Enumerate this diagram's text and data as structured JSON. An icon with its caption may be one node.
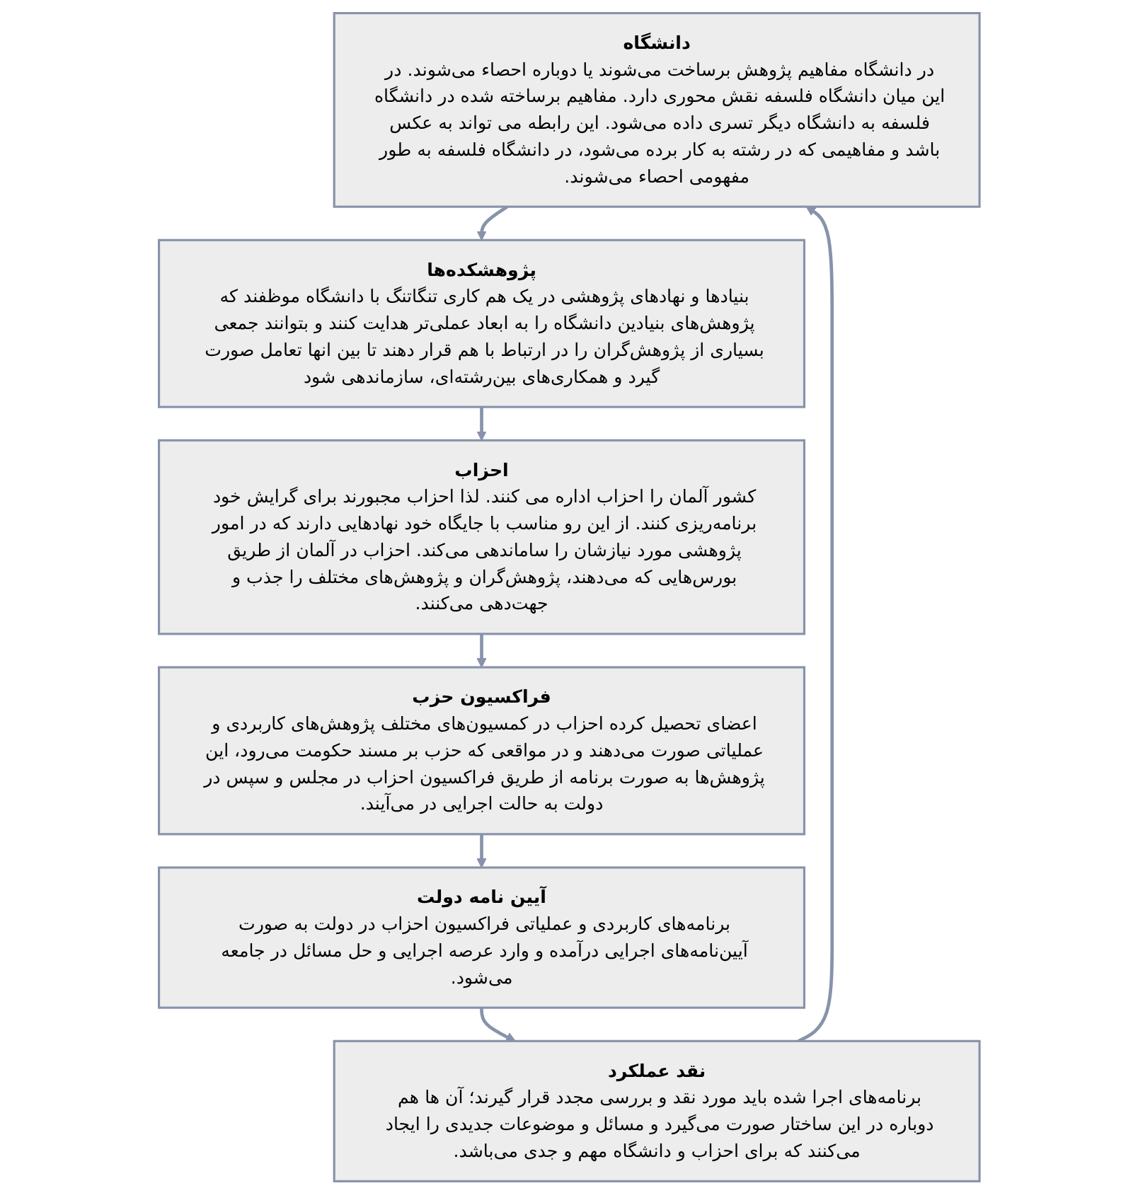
{
  "diagram": {
    "nodes": [
      {
        "text": [
          "دانشگاه",
          "در دانشگاه مفاهیم پژوهش برساخت می‌شوند یا دوباره احصاء می‌شوند. در این میان دانشگاه فلسفه نقش محوری دارد. مفاهیم برساخته شده در دانشگاه فلسفه به دانشگاه دیگر تسری داده می‌شود. این رابطه می تواند به عکس باشد و مفاهیمی که در رشته به کار برده می‌شود، در دانشگاه فلسفه به طور مفهومی احصاء می‌شوند."
        ]
      },
      {
        "text": [
          "پژوهشکده‌ها",
          "بنیادها و نهادهای پژوهشی در یک هم کاری تنگاتنگ با دانشگاه موظفند که پژوهش‌های بنیادین دانشگاه را به ابعاد عملی‌تر هدایت کنند و بتوانند جمعی بسیاری از پژوهش‌گران را در ارتباط با هم قرار دهند تا بین انها تعامل صورت گیرد و همکاری‌های بین‌رشته‌ای، سازماندهی شود"
        ]
      },
      {
        "text": [
          "احزاب",
          "کشور آلمان را احزاب اداره می کنند. لذا احزاب مجبورند برای گرایش خود برنامه‌ریزی کنند. از این رو مناسب با جایگاه خود نهادهایی دارند که در امور پژوهشی مورد نیازشان را ساماندهی می‌کند. احزاب در آلمان از طریق بورس‌هایی که می‌دهند، پژوهش‌گران و پژوهش‌های مختلف را جذب و جهت‌دهی می‌کنند."
        ]
      },
      {
        "text": [
          "فراکسیون حزب",
          "اعضای تحصیل کرده احزاب در کمسیون‌های مختلف پژوهش‌های کاربردی و عملیاتی صورت می‌دهند و در مواقعی که حزب بر مسند حکومت می‌رود، این پژوهش‌ها به صورت برنامه از طریق فراکسیون احزاب در مجلس و سپس در دولت به حالت اجرایی در می‌آیند."
        ]
      },
      {
        "text": [
          "آیین نامه دولت",
          "برنامه‌های کاربردی و عملیاتی فراکسیون احزاب در دولت به صورت آیین‌نامه‌های اجرایی درآمده و وارد عرصه اجرایی و حل مسائل در جامعه می‌شود."
        ]
      },
      {
        "text": [
          "نقد عملکرد",
          "برنامه‌های اجرا شده باید مورد نقد و بررسی مجدد قرار گیرند؛ آن ها هم دوباره در این ساختار صورت می‌گیرد و مسائل و موضوعات جدیدی را ایجاد می‌کنند که برای احزاب و دانشگاه مهم و جدی می‌باشد."
        ]
      }
    ],
    "edges": [
      {
        "from": 0,
        "to": 1,
        "arrow": "to"
      },
      {
        "from": 1,
        "to": 2,
        "arrow": "to"
      },
      {
        "from": 2,
        "to": 3,
        "arrow": "to"
      },
      {
        "from": 3,
        "to": 4,
        "arrow": "to"
      },
      {
        "from": 4,
        "to": 5,
        "arrow": "to"
      },
      {
        "from": 5,
        "to": 0,
        "arrow": "to"
      }
    ]
  }
}
